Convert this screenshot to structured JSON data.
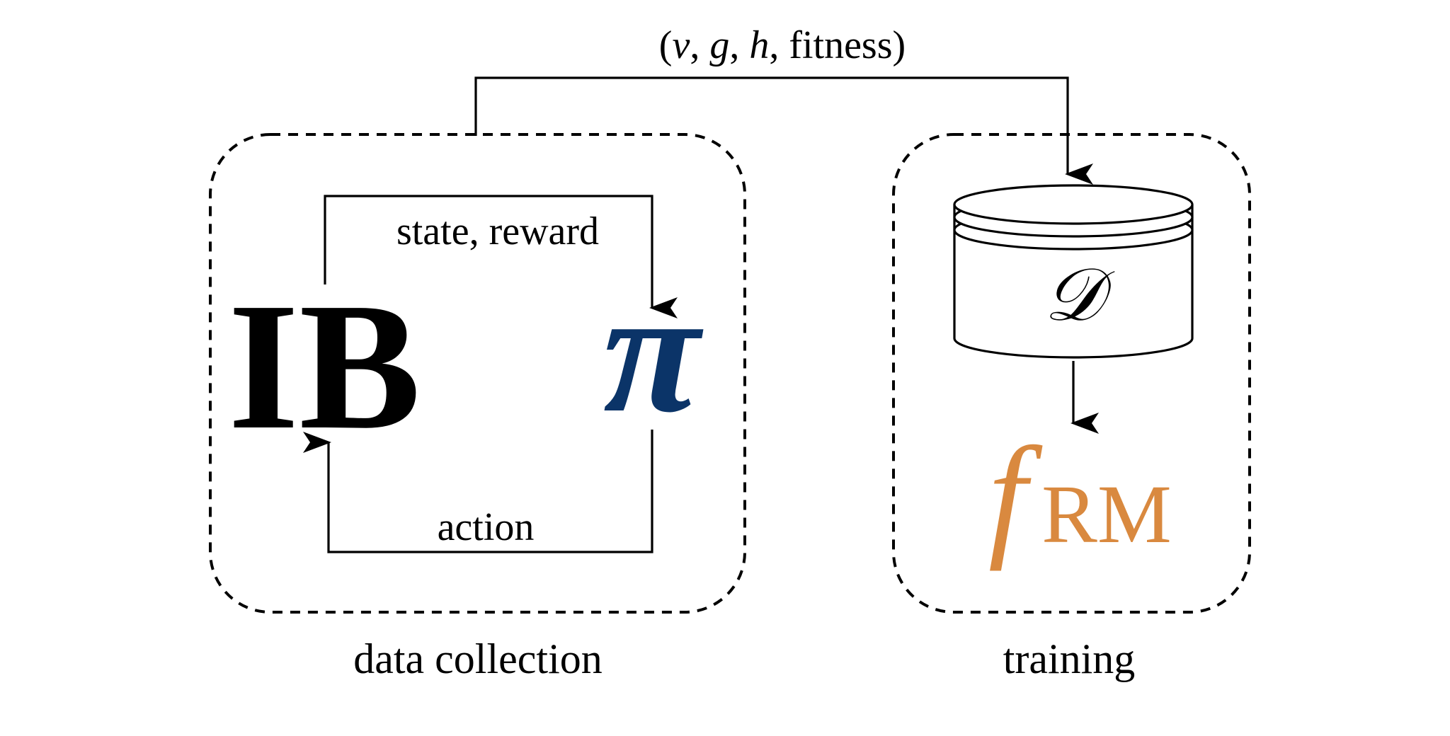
{
  "flow_label": {
    "open": "(",
    "v": "v",
    "sep1": ", ",
    "g": "g",
    "sep2": ", ",
    "h": "h",
    "sep3": ", ",
    "word": "fitness",
    "close": ")"
  },
  "loop": {
    "state_reward": "state, reward",
    "action": "action"
  },
  "env_symbol": "IB",
  "policy_symbol": "π",
  "dataset_symbol": "𝒟",
  "reward_model": {
    "symbol": "f",
    "subscript": "RM"
  },
  "captions": {
    "left": "data collection",
    "right": "training"
  },
  "colors": {
    "policy": "#0B3468",
    "reward_model": "#D9893F",
    "stroke": "#000000"
  }
}
